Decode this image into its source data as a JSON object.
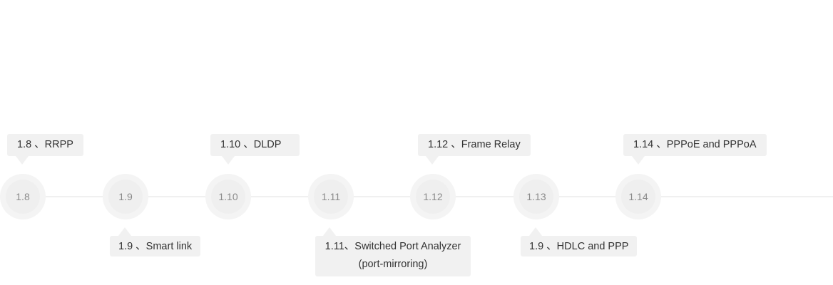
{
  "timeline": {
    "nodes": [
      "1.8",
      "1.9",
      "1.10",
      "1.11",
      "1.12",
      "1.13",
      "1.14"
    ],
    "callouts": {
      "n18": "1.8 、RRPP",
      "n19": "1.9 、Smart link",
      "n110": "1.10 、DLDP",
      "n111_line1": "1.11、Switched Port Analyzer",
      "n111_line2": "(port-mirroring)",
      "n112": "1.12 、Frame Relay",
      "n113": "1.9 、HDLC and PPP",
      "n114": "1.14 、PPPoE and PPPoA"
    }
  },
  "colors": {
    "line": "#f0f0f0",
    "node_outer": "#f4f4f4",
    "node_inner": "#efefef",
    "node_text": "#8a8a8a",
    "callout_bg": "#f1f1f1",
    "callout_text": "#333333"
  }
}
